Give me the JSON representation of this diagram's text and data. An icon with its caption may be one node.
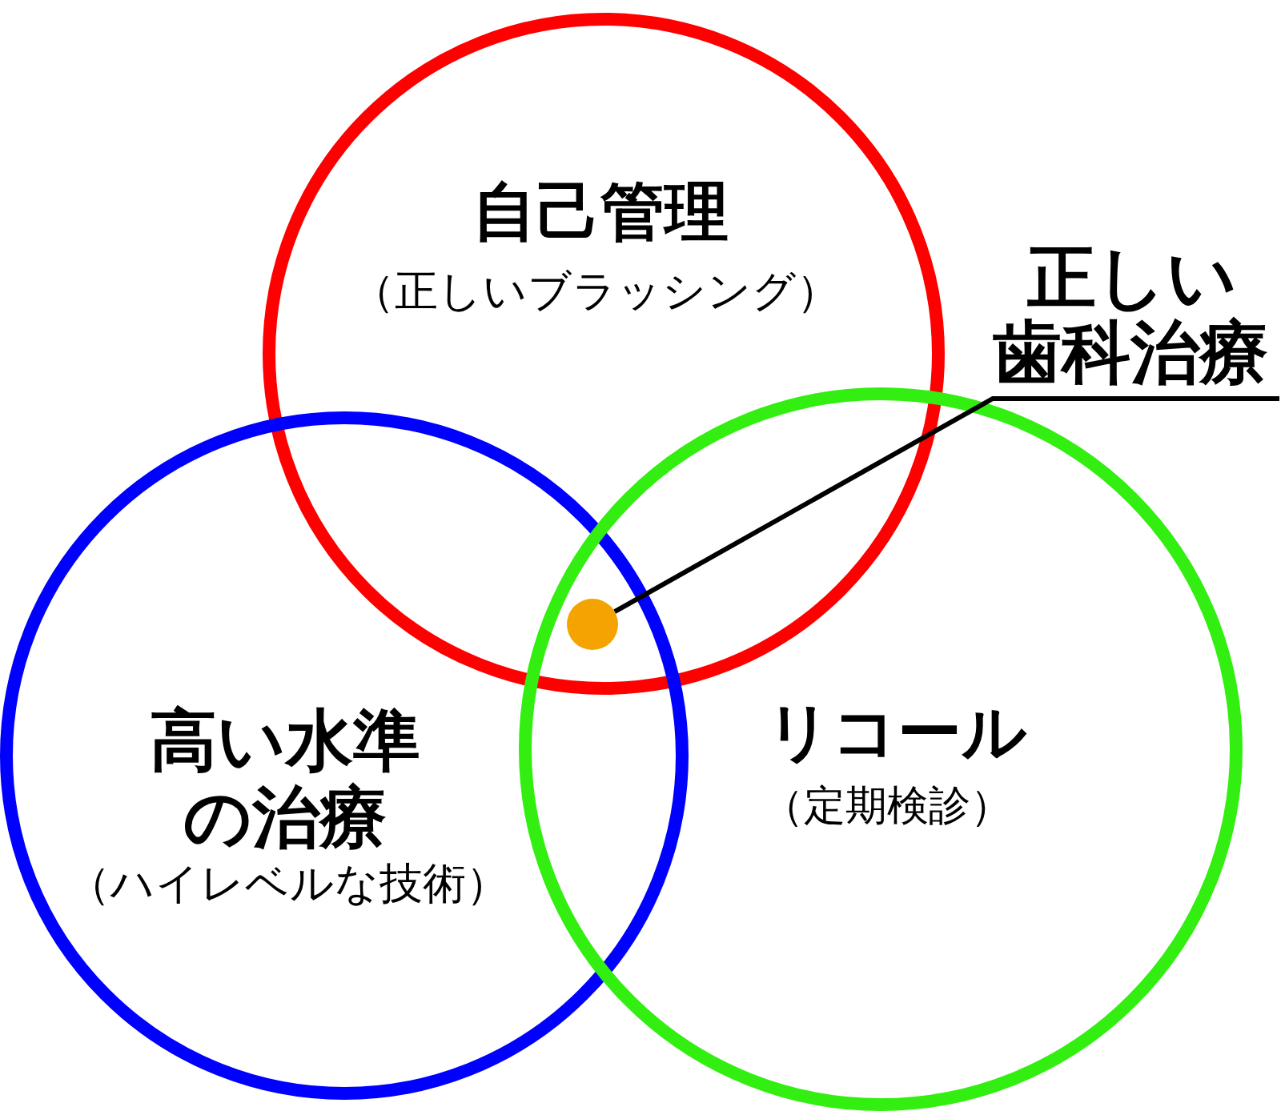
{
  "diagram": {
    "nodes": [
      {
        "text": [
          "自己管理",
          "（正しいブラッシング）"
        ]
      },
      {
        "text": [
          "高い水準の治療",
          "（ハイレベルな技術）"
        ]
      },
      {
        "text": [
          "リコール",
          "（定期検診）"
        ]
      },
      {
        "text": [
          "正しい歯科治療"
        ]
      },
      {
        "text": [],
        "shape": "circle"
      }
    ],
    "edges": [
      {
        "from": 3,
        "to": 4,
        "arrow": "none"
      }
    ]
  }
}
